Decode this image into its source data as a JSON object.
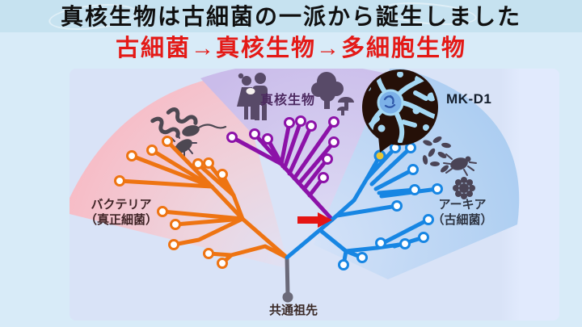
{
  "header": {
    "title": "真核生物は古細菌の一派から誕生しました",
    "subtitle": "古細菌→真核生物→多細胞生物"
  },
  "diagram": {
    "labels": {
      "eukaryotes": "真核生物",
      "mkd1": "MK-D1",
      "bacteria_line1": "バクテリア",
      "bacteria_line2": "（真正細菌）",
      "archaea_line1": "アーキア",
      "archaea_line2": "（古細菌）",
      "common_ancestor": "共通祖先"
    },
    "tree": {
      "type": "phylogenetic-fan",
      "root": "共通祖先",
      "clades": [
        {
          "name": "バクテリア（真正細菌）",
          "color_key": "bacteria_branch",
          "tips": 12
        },
        {
          "name": "アーキア（古細菌）",
          "color_key": "archaea_branch",
          "tips": 13,
          "highlight_tip": "MK-D1"
        },
        {
          "name": "真核生物",
          "color_key": "eukaryote_branch",
          "tips": 10,
          "branches_from": "アーキア"
        }
      ],
      "annotation": "red arrow marks where eukaryotes branch off within archaea"
    },
    "icons": [
      "spiral-bacteria-icon",
      "vibrio-bacterium-icon",
      "spiky-bacterium-icon",
      "family-icon",
      "tree-icon",
      "mushrooms-icon",
      "rod-bacteria-icon",
      "tick-icon",
      "virus-icon",
      "magnifier-balloon-icon",
      "mkd1-cell-icon",
      "red-arrow-icon",
      "common-ancestor-node"
    ]
  },
  "colors": {
    "title_text": "#101010",
    "subtitle_text": "#e41a17",
    "bacteria_branch": "#ee7412",
    "eukaryote_branch": "#8c12a8",
    "archaea_branch": "#1786e3",
    "ancestor_stem": "#6b6a79",
    "highlight_arrow": "#e51513",
    "mkd1_tip": "#e9c431",
    "balloon_bg": "#251008",
    "balloon_cell": "#a5d8f3",
    "silhouette_left": "#4d4852",
    "silhouette_top": "#584a68",
    "silhouette_right": "#4a4456",
    "label_bacteria": "#3f2426",
    "label_archaea": "#2e3442",
    "label_eukaryote": "#4c2960",
    "label_ancestor": "#3a2926",
    "label_mkd1": "#141e2c",
    "bg_outer": "#d8ebf8",
    "bg_header": "#c6e2f0",
    "bg_panel": "#d9e3f7",
    "fan_bacteria": "#f8bac4",
    "fan_eukaryote": "#cabcea",
    "fan_archaea": "#abcdf1"
  }
}
